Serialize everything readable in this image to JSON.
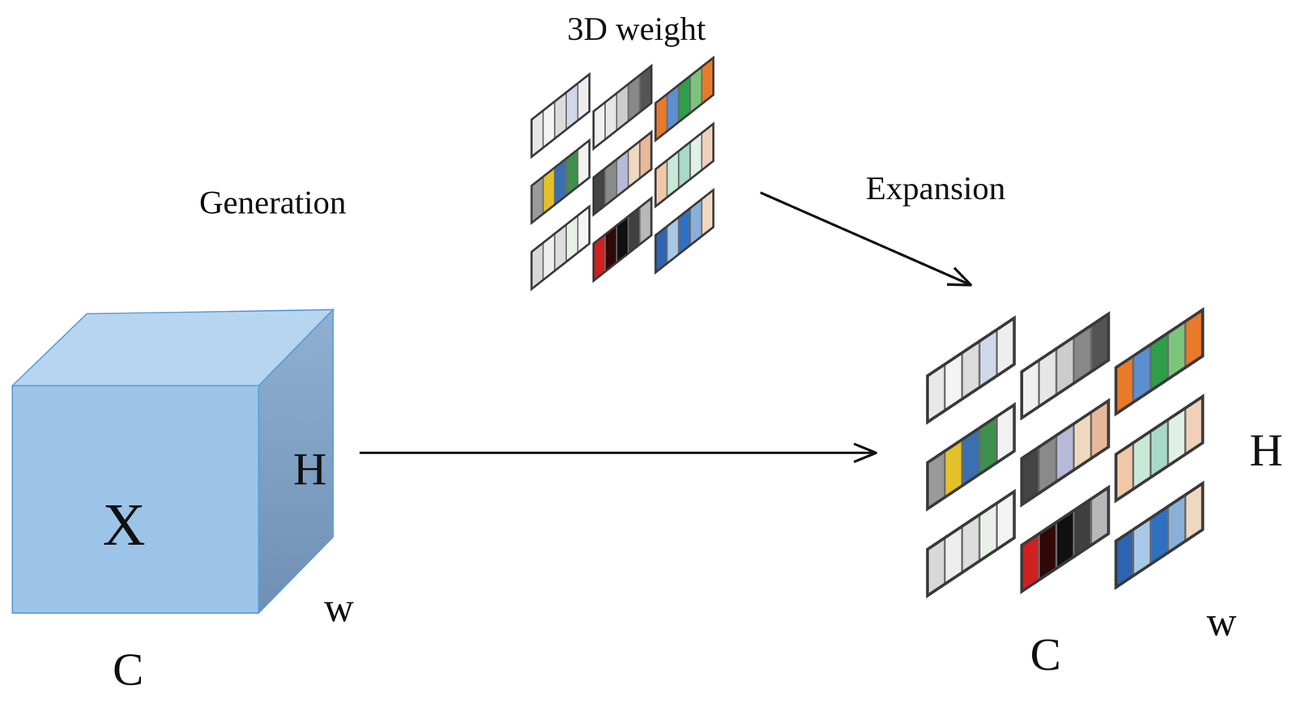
{
  "diagram": {
    "nodes": [
      {
        "text": [
          "X",
          "H",
          "w",
          "C"
        ]
      },
      {
        "text": [
          "3D weight"
        ]
      },
      {
        "text": [
          "H",
          "C",
          "w"
        ]
      }
    ],
    "edges": [
      {
        "from": 1,
        "to": 2,
        "arrow": "to",
        "label": "Expansion"
      },
      {
        "from": 0,
        "to": 2,
        "arrow": "to"
      }
    ],
    "labels": [
      "Generation"
    ]
  }
}
